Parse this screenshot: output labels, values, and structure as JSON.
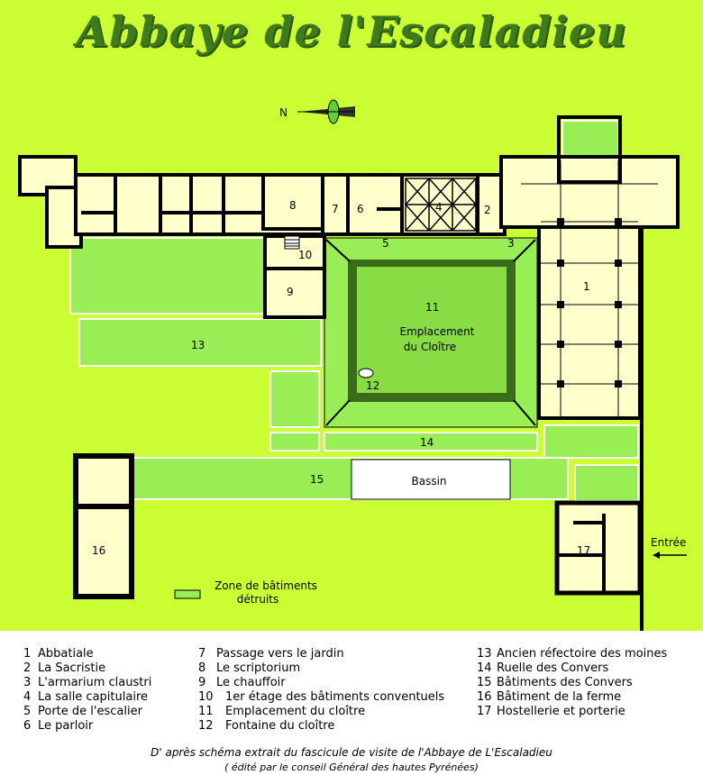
{
  "title": "Abbaye de l'Escaladieu",
  "compass": {
    "label": "N"
  },
  "plan_labels": {
    "r1": "1",
    "r2": "2",
    "r3": "3",
    "r4": "4",
    "r5": "5",
    "r6": "6",
    "r7": "7",
    "r8": "8",
    "r9": "9",
    "r10": "10",
    "r11": "11",
    "r12": "12",
    "r13": "13",
    "r14": "14",
    "r15": "15",
    "r16": "16",
    "r17": "17",
    "cloitre_line1": "Emplacement",
    "cloitre_line2": "du Cloître",
    "bassin": "Bassin",
    "entree": "Entrée",
    "zone_line1": "Zone de bâtiments",
    "zone_line2": "détruits"
  },
  "legend": {
    "col1": [
      {
        "num": "1",
        "text": "Abbatiale"
      },
      {
        "num": "2",
        "text": "La Sacristie"
      },
      {
        "num": "3",
        "text": "L'armarium claustri"
      },
      {
        "num": "4",
        "text": "La salle capitulaire"
      },
      {
        "num": "5",
        "text": "Porte de l'escalier"
      },
      {
        "num": "6",
        "text": "Le parloir"
      }
    ],
    "col2": [
      {
        "num": "7",
        "text": "Passage vers le jardin"
      },
      {
        "num": "8",
        "text": "Le scriptorium"
      },
      {
        "num": "9",
        "text": "Le chauffoir"
      },
      {
        "num": "10",
        "text": "1er étage des bâtiments conventuels"
      },
      {
        "num": "11",
        "text": "Emplacement du cloître"
      },
      {
        "num": "12",
        "text": "Fontaine du cloître"
      }
    ],
    "col3": [
      {
        "num": "13",
        "text": "Ancien réfectoire des moines"
      },
      {
        "num": "14",
        "text": "Ruelle des Convers"
      },
      {
        "num": "15",
        "text": "Bâtiments des Convers"
      },
      {
        "num": "16",
        "text": "Bâtiment de la ferme"
      },
      {
        "num": "17",
        "text": "Hostellerie et porterie"
      }
    ]
  },
  "credit": {
    "line1": "D' après schéma extrait du fascicule de visite de l'Abbaye de L'Escaladieu",
    "line2": "( édité par le conseil Général des hautes Pyrénées)"
  },
  "colors": {
    "background": "#ccff33",
    "destroyed_zone": "#99ee55",
    "cloister_garth": "#88dd44",
    "cloister_frame": "#3a6b1a",
    "building_fill": "#ffffcc",
    "wall": "#000000",
    "title": "#3f7a1c"
  }
}
